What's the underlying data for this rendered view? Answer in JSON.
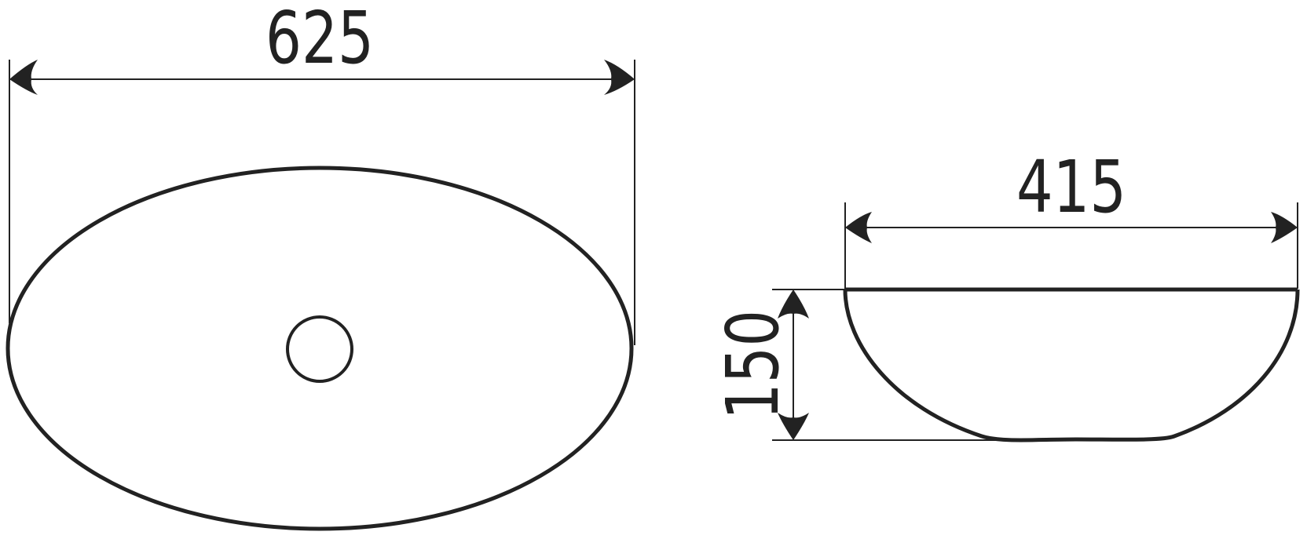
{
  "drawing": {
    "top_view": {
      "width_label": "625"
    },
    "side_view": {
      "width_label": "415",
      "height_label": "150"
    },
    "line_color": "#222222"
  }
}
